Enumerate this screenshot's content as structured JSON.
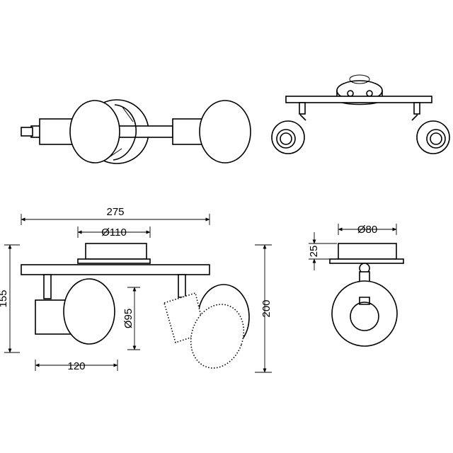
{
  "dimensions": {
    "overall_length": "275",
    "base_diameter": "Ø110",
    "total_height": "155",
    "shade_diameter": "Ø95",
    "shade_depth": "120",
    "max_height": "200",
    "side_base_diameter": "Ø80",
    "side_base_height": "25"
  },
  "colors": {
    "line": "#000000",
    "background": "#ffffff"
  }
}
